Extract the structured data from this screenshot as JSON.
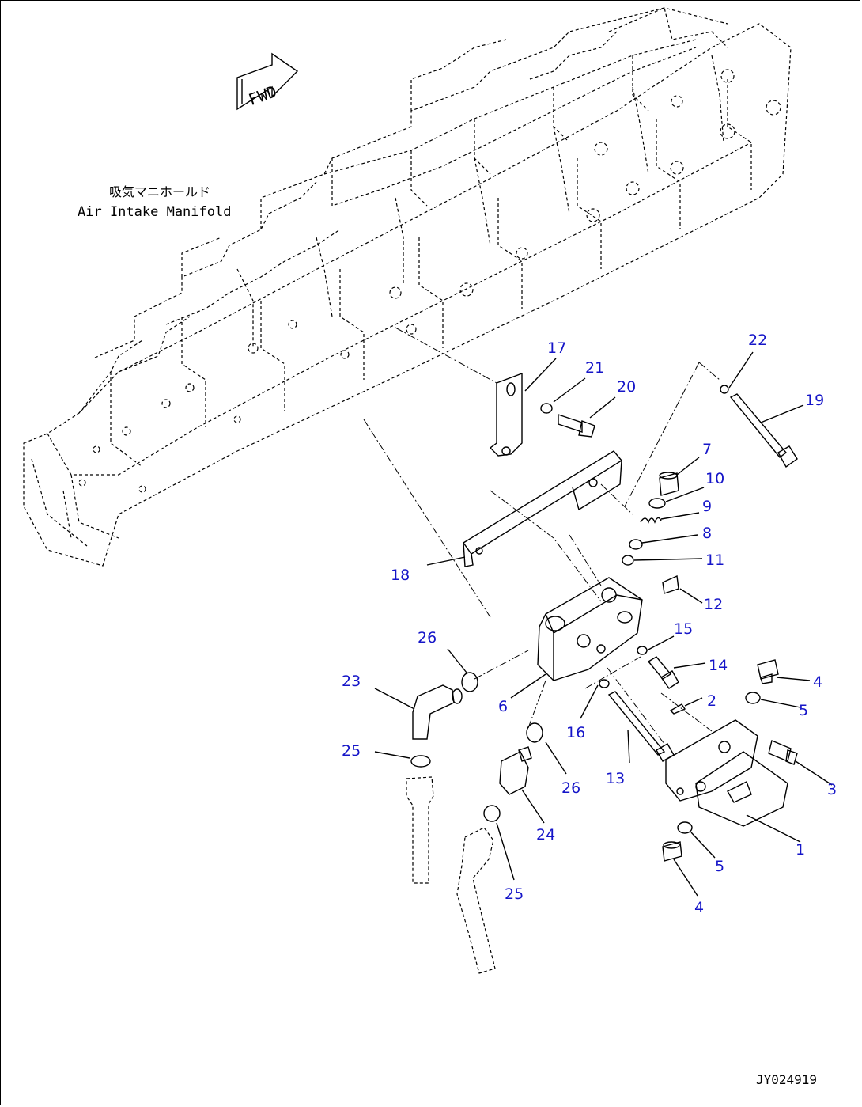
{
  "direction_label": "FWD",
  "manifold_label_jp": "吸気マニホールド",
  "manifold_label_en": "Air Intake Manifold",
  "drawing_code": "JY024919",
  "callouts": [
    {
      "id": "c1",
      "text": "1"
    },
    {
      "id": "c2",
      "text": "2"
    },
    {
      "id": "c3",
      "text": "3"
    },
    {
      "id": "c4a",
      "text": "4"
    },
    {
      "id": "c4b",
      "text": "4"
    },
    {
      "id": "c5a",
      "text": "5"
    },
    {
      "id": "c5b",
      "text": "5"
    },
    {
      "id": "c6",
      "text": "6"
    },
    {
      "id": "c7",
      "text": "7"
    },
    {
      "id": "c8",
      "text": "8"
    },
    {
      "id": "c9",
      "text": "9"
    },
    {
      "id": "c10",
      "text": "10"
    },
    {
      "id": "c11",
      "text": "11"
    },
    {
      "id": "c12",
      "text": "12"
    },
    {
      "id": "c13",
      "text": "13"
    },
    {
      "id": "c14",
      "text": "14"
    },
    {
      "id": "c15",
      "text": "15"
    },
    {
      "id": "c16",
      "text": "16"
    },
    {
      "id": "c17",
      "text": "17"
    },
    {
      "id": "c18",
      "text": "18"
    },
    {
      "id": "c19",
      "text": "19"
    },
    {
      "id": "c20",
      "text": "20"
    },
    {
      "id": "c21",
      "text": "21"
    },
    {
      "id": "c22",
      "text": "22"
    },
    {
      "id": "c23",
      "text": "23"
    },
    {
      "id": "c24",
      "text": "24"
    },
    {
      "id": "c25a",
      "text": "25"
    },
    {
      "id": "c25b",
      "text": "25"
    },
    {
      "id": "c26a",
      "text": "26"
    },
    {
      "id": "c26b",
      "text": "26"
    }
  ],
  "colors": {
    "callout": "#1515c8",
    "line": "#000000"
  }
}
